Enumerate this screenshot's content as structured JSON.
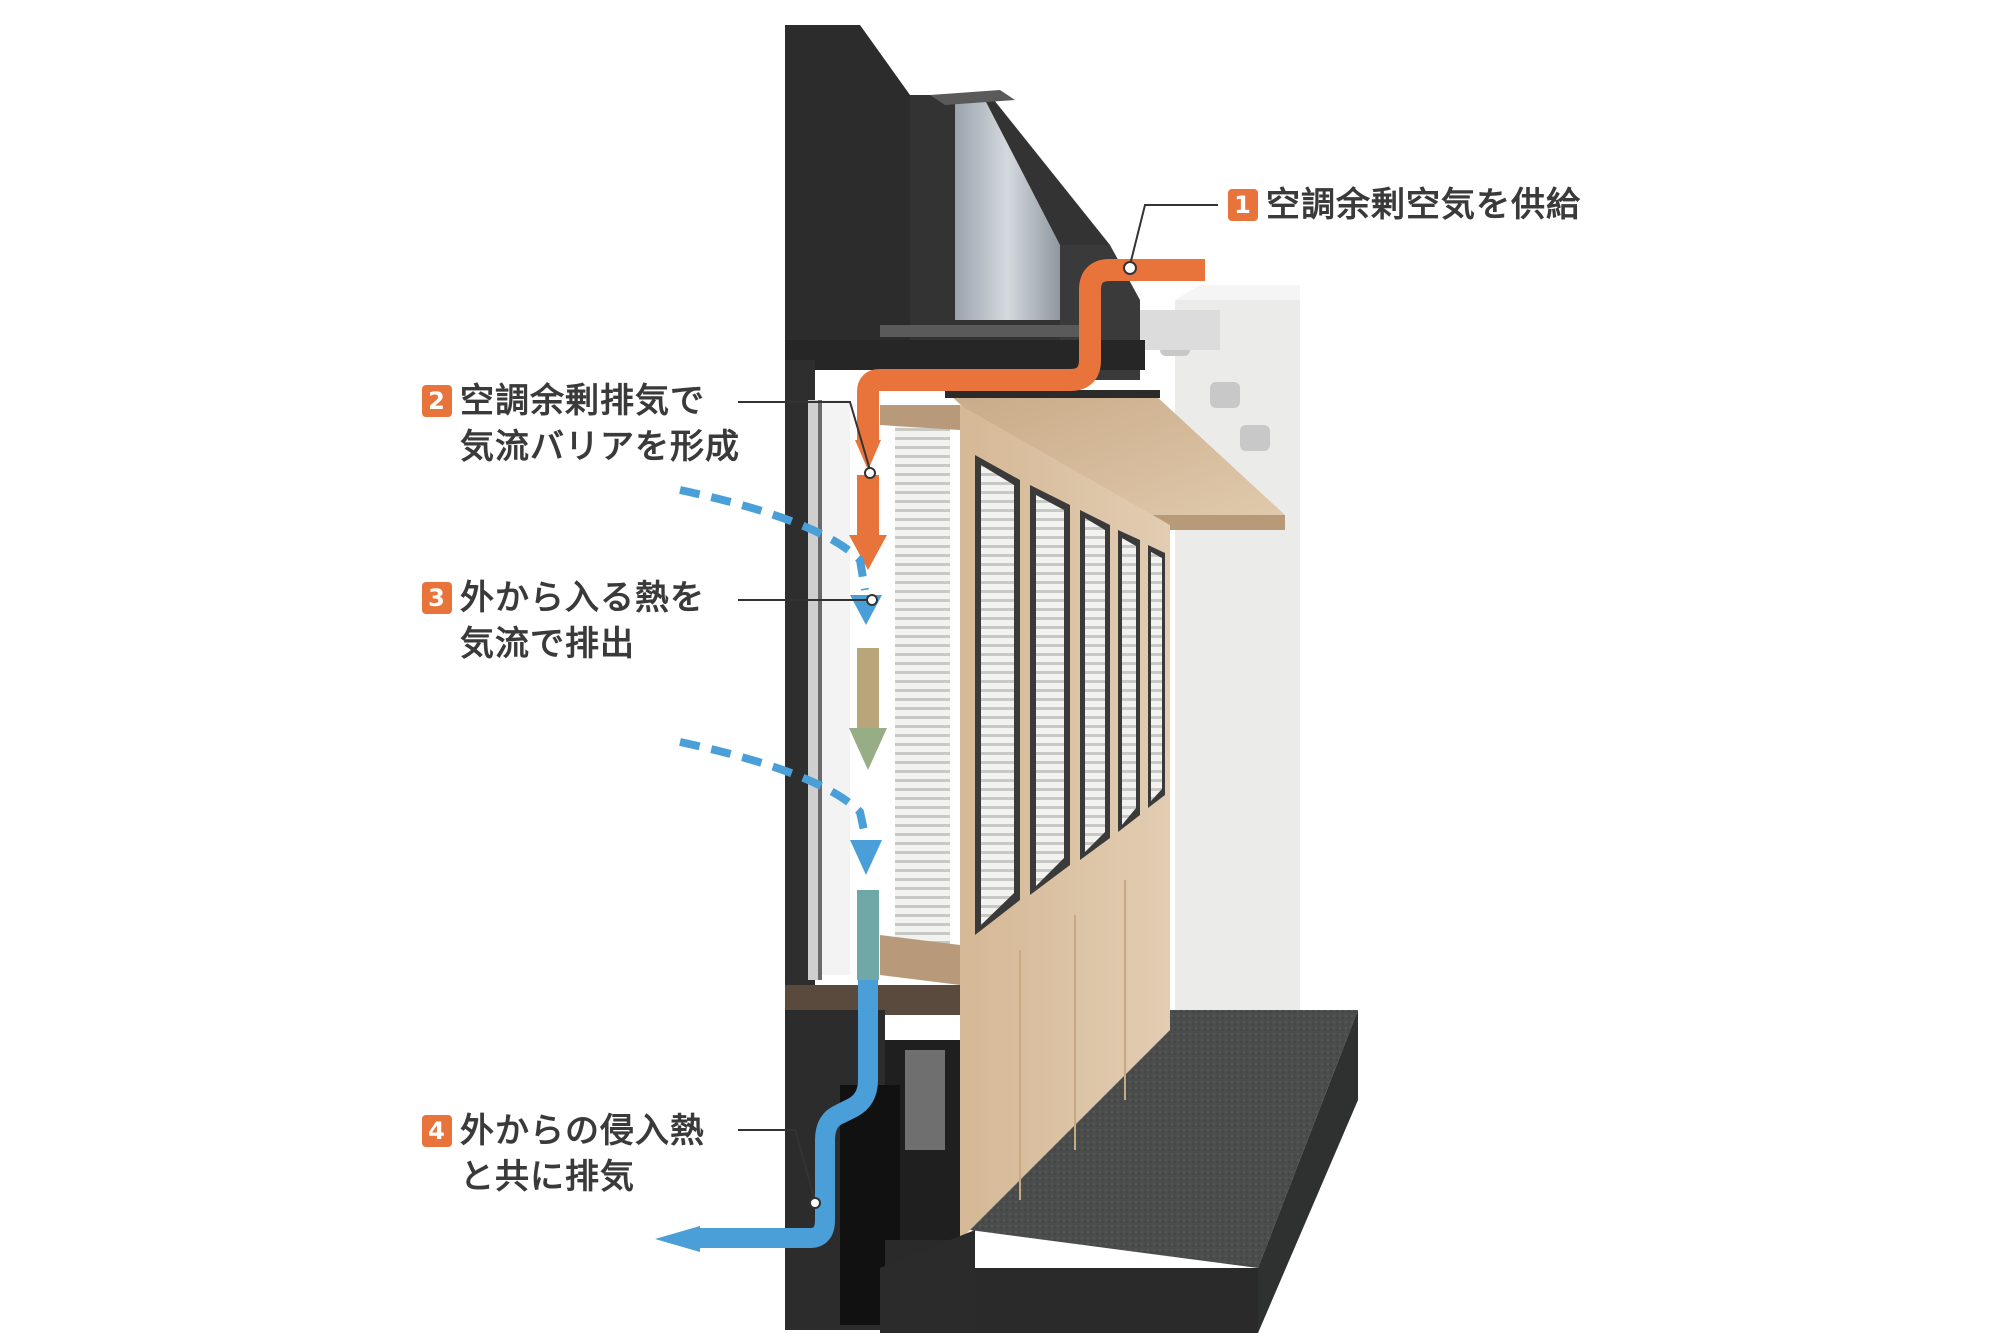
{
  "colors": {
    "accent_orange": "#e8743b",
    "airflow_blue": "#4a9fd8",
    "frame_dark": "#2b2b2b",
    "wood": "#d8bfa0",
    "floor": "#4a4a4a",
    "text": "#3a3a3a"
  },
  "callouts": [
    {
      "number": "1",
      "lines": [
        "空調余剰空気を供給"
      ]
    },
    {
      "number": "2",
      "lines": [
        "空調余剰排気で",
        "気流バリアを形成"
      ]
    },
    {
      "number": "3",
      "lines": [
        "外から入る熱を",
        "気流で排出"
      ]
    },
    {
      "number": "4",
      "lines": [
        "外からの侵入熱",
        "と共に排気"
      ]
    }
  ]
}
